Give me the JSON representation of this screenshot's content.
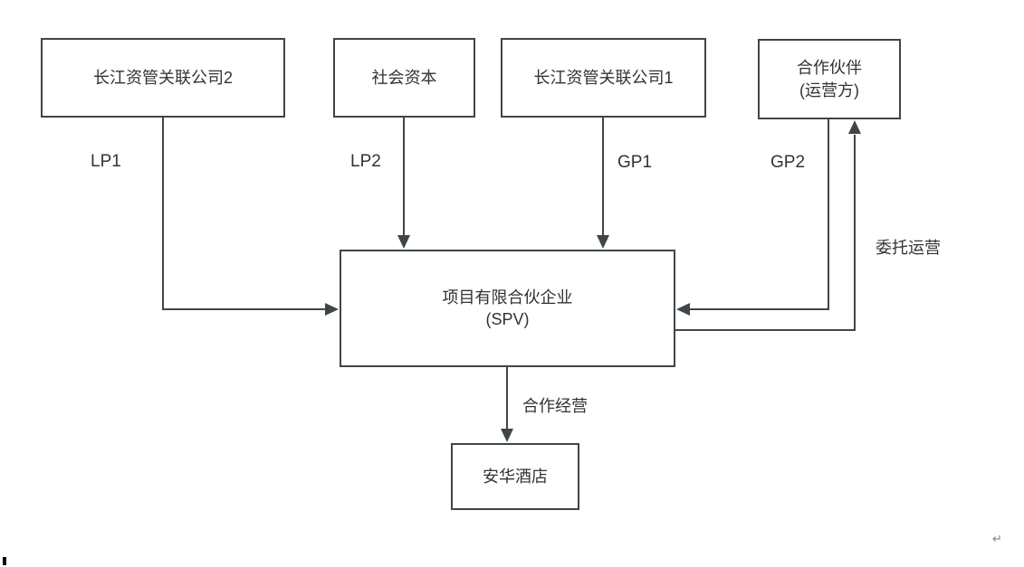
{
  "diagram": {
    "nodes": {
      "lp1_company": {
        "label": "长江资管关联公司2"
      },
      "social_capital": {
        "label": "社会资本"
      },
      "gp1_company": {
        "label": "长江资管关联公司1"
      },
      "partner": {
        "label_line1": "合作伙伴",
        "label_line2": "(运营方)"
      },
      "spv": {
        "label_line1": "项目有限合伙企业",
        "label_line2": "(SPV)"
      },
      "hotel": {
        "label": "安华酒店"
      }
    },
    "edge_labels": {
      "lp1": "LP1",
      "lp2": "LP2",
      "gp1": "GP1",
      "gp2": "GP2",
      "entrusted_operation": "委托运营",
      "cooperative_operation": "合作经营"
    },
    "colors": {
      "line": "#3f4549",
      "text": "#333333",
      "background": "#ffffff"
    },
    "misc": {
      "return_mark": "↵"
    }
  }
}
